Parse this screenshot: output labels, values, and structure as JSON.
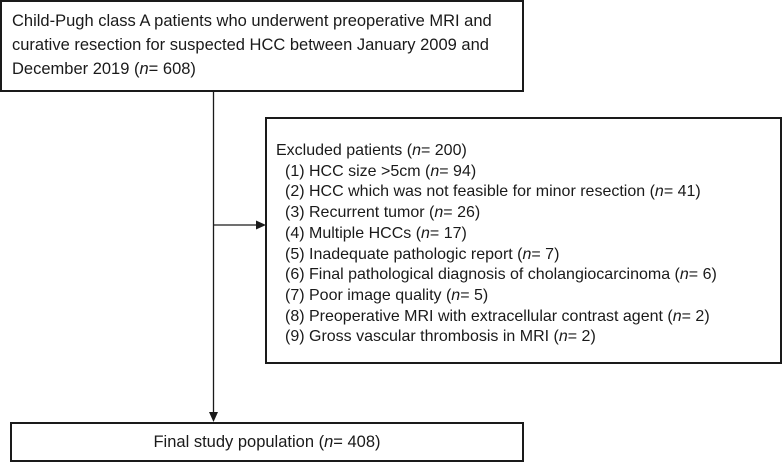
{
  "top_box": {
    "line1": "Child-Pugh class A patients who underwent preoperative MRI and",
    "line2": "curative resection for suspected HCC between January 2009 and",
    "line3_pre": "December 2019 (",
    "n_label": "n",
    "line3_post": "= 608)"
  },
  "excluded": {
    "title_pre": "Excluded patients (",
    "title_post": "= 200)",
    "items": [
      {
        "pre": "(1) HCC size >5cm (",
        "post": "= 94)"
      },
      {
        "pre": "(2) HCC which was not feasible for minor resection (",
        "post": "= 41)"
      },
      {
        "pre": "(3) Recurrent tumor (",
        "post": "= 26)"
      },
      {
        "pre": "(4) Multiple HCCs (",
        "post": "= 17)"
      },
      {
        "pre": "(5) Inadequate pathologic report (",
        "post": "= 7)"
      },
      {
        "pre": "(6) Final pathological diagnosis of cholangiocarcinoma (",
        "post": "= 6)"
      },
      {
        "pre": "(7) Poor image quality (",
        "post": "= 5)"
      },
      {
        "pre": "(8) Preoperative MRI with extracellular contrast agent (",
        "post": "= 2)"
      },
      {
        "pre": "(9) Gross vascular thrombosis in MRI (",
        "post": "= 2)"
      }
    ]
  },
  "final_box": {
    "pre": "Final study population (",
    "post": "= 408)"
  },
  "n_label": "n"
}
